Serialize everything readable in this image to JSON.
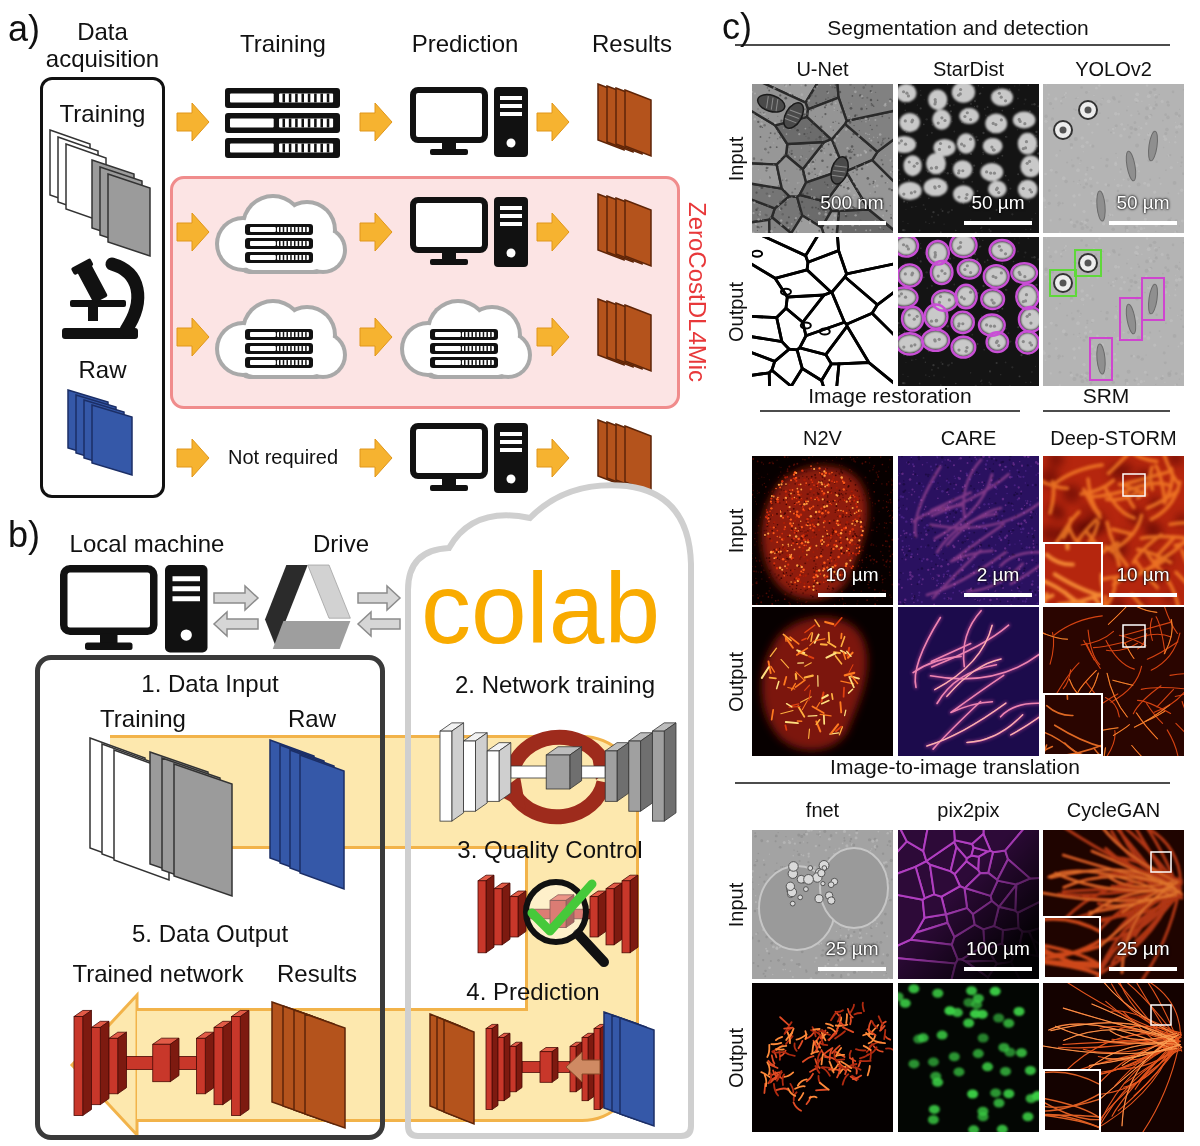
{
  "diagram": {
    "nodes": [
      {
        "text": [
          "Data acquisition",
          "Training",
          "Raw"
        ]
      },
      {
        "text": [
          "ZeroCostDL4Mic"
        ]
      },
      {
        "text": [
          "1. Data Input",
          "Training",
          "Raw",
          "5. Data Output",
          "Trained network",
          "Results"
        ]
      },
      {
        "text": [
          "colab",
          "2. Network training",
          "3. Quality Control",
          "4. Prediction"
        ]
      }
    ],
    "edges": [
      {
        "from": 2,
        "to": 3,
        "arrow": "none"
      },
      {
        "from": 3,
        "to": 2,
        "arrow": "to"
      }
    ],
    "labels": [
      "a)",
      "Training",
      "Prediction",
      "Results",
      "Not required",
      "b)",
      "Local machine",
      "Drive",
      "c)",
      "Segmentation and detection",
      "U-Net",
      "StarDist",
      "YOLOv2",
      "Input",
      "Output",
      "500 nm",
      "50 µm",
      "50 µm",
      "Image restoration",
      "SRM",
      "N2V",
      "CARE",
      "Deep-STORM",
      "Input",
      "Output",
      "10 µm",
      "2 µm",
      "10 µm",
      "Image-to-image translation",
      "fnet",
      "pix2pix",
      "CycleGAN",
      "Input",
      "Output",
      "25 µm",
      "100 µm",
      "25 µm"
    ]
  }
}
